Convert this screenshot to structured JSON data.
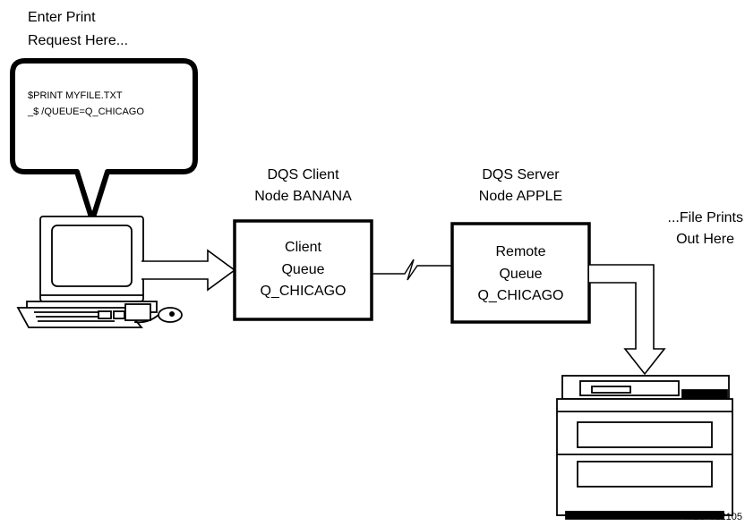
{
  "prompt_caption": {
    "line1": "Enter Print",
    "line2": "Request Here..."
  },
  "speech_bubble": {
    "line1": "$PRINT MYFILE.TXT",
    "line2": "_$ /QUEUE=Q_CHICAGO"
  },
  "client_node": {
    "title_line1": "DQS Client",
    "title_line2": "Node BANANA",
    "box_line1": "Client",
    "box_line2": "Queue",
    "box_line3": "Q_CHICAGO"
  },
  "server_node": {
    "title_line1": "DQS Server",
    "title_line2": "Node APPLE",
    "box_line1": "Remote",
    "box_line2": "Queue",
    "box_line3": "Q_CHICAGO"
  },
  "output_caption": {
    "line1": "...File Prints",
    "line2": "Out Here"
  },
  "figure_id": "MLO-012105",
  "icons": [
    "workstation-icon",
    "printer-icon",
    "network-link-icon"
  ]
}
